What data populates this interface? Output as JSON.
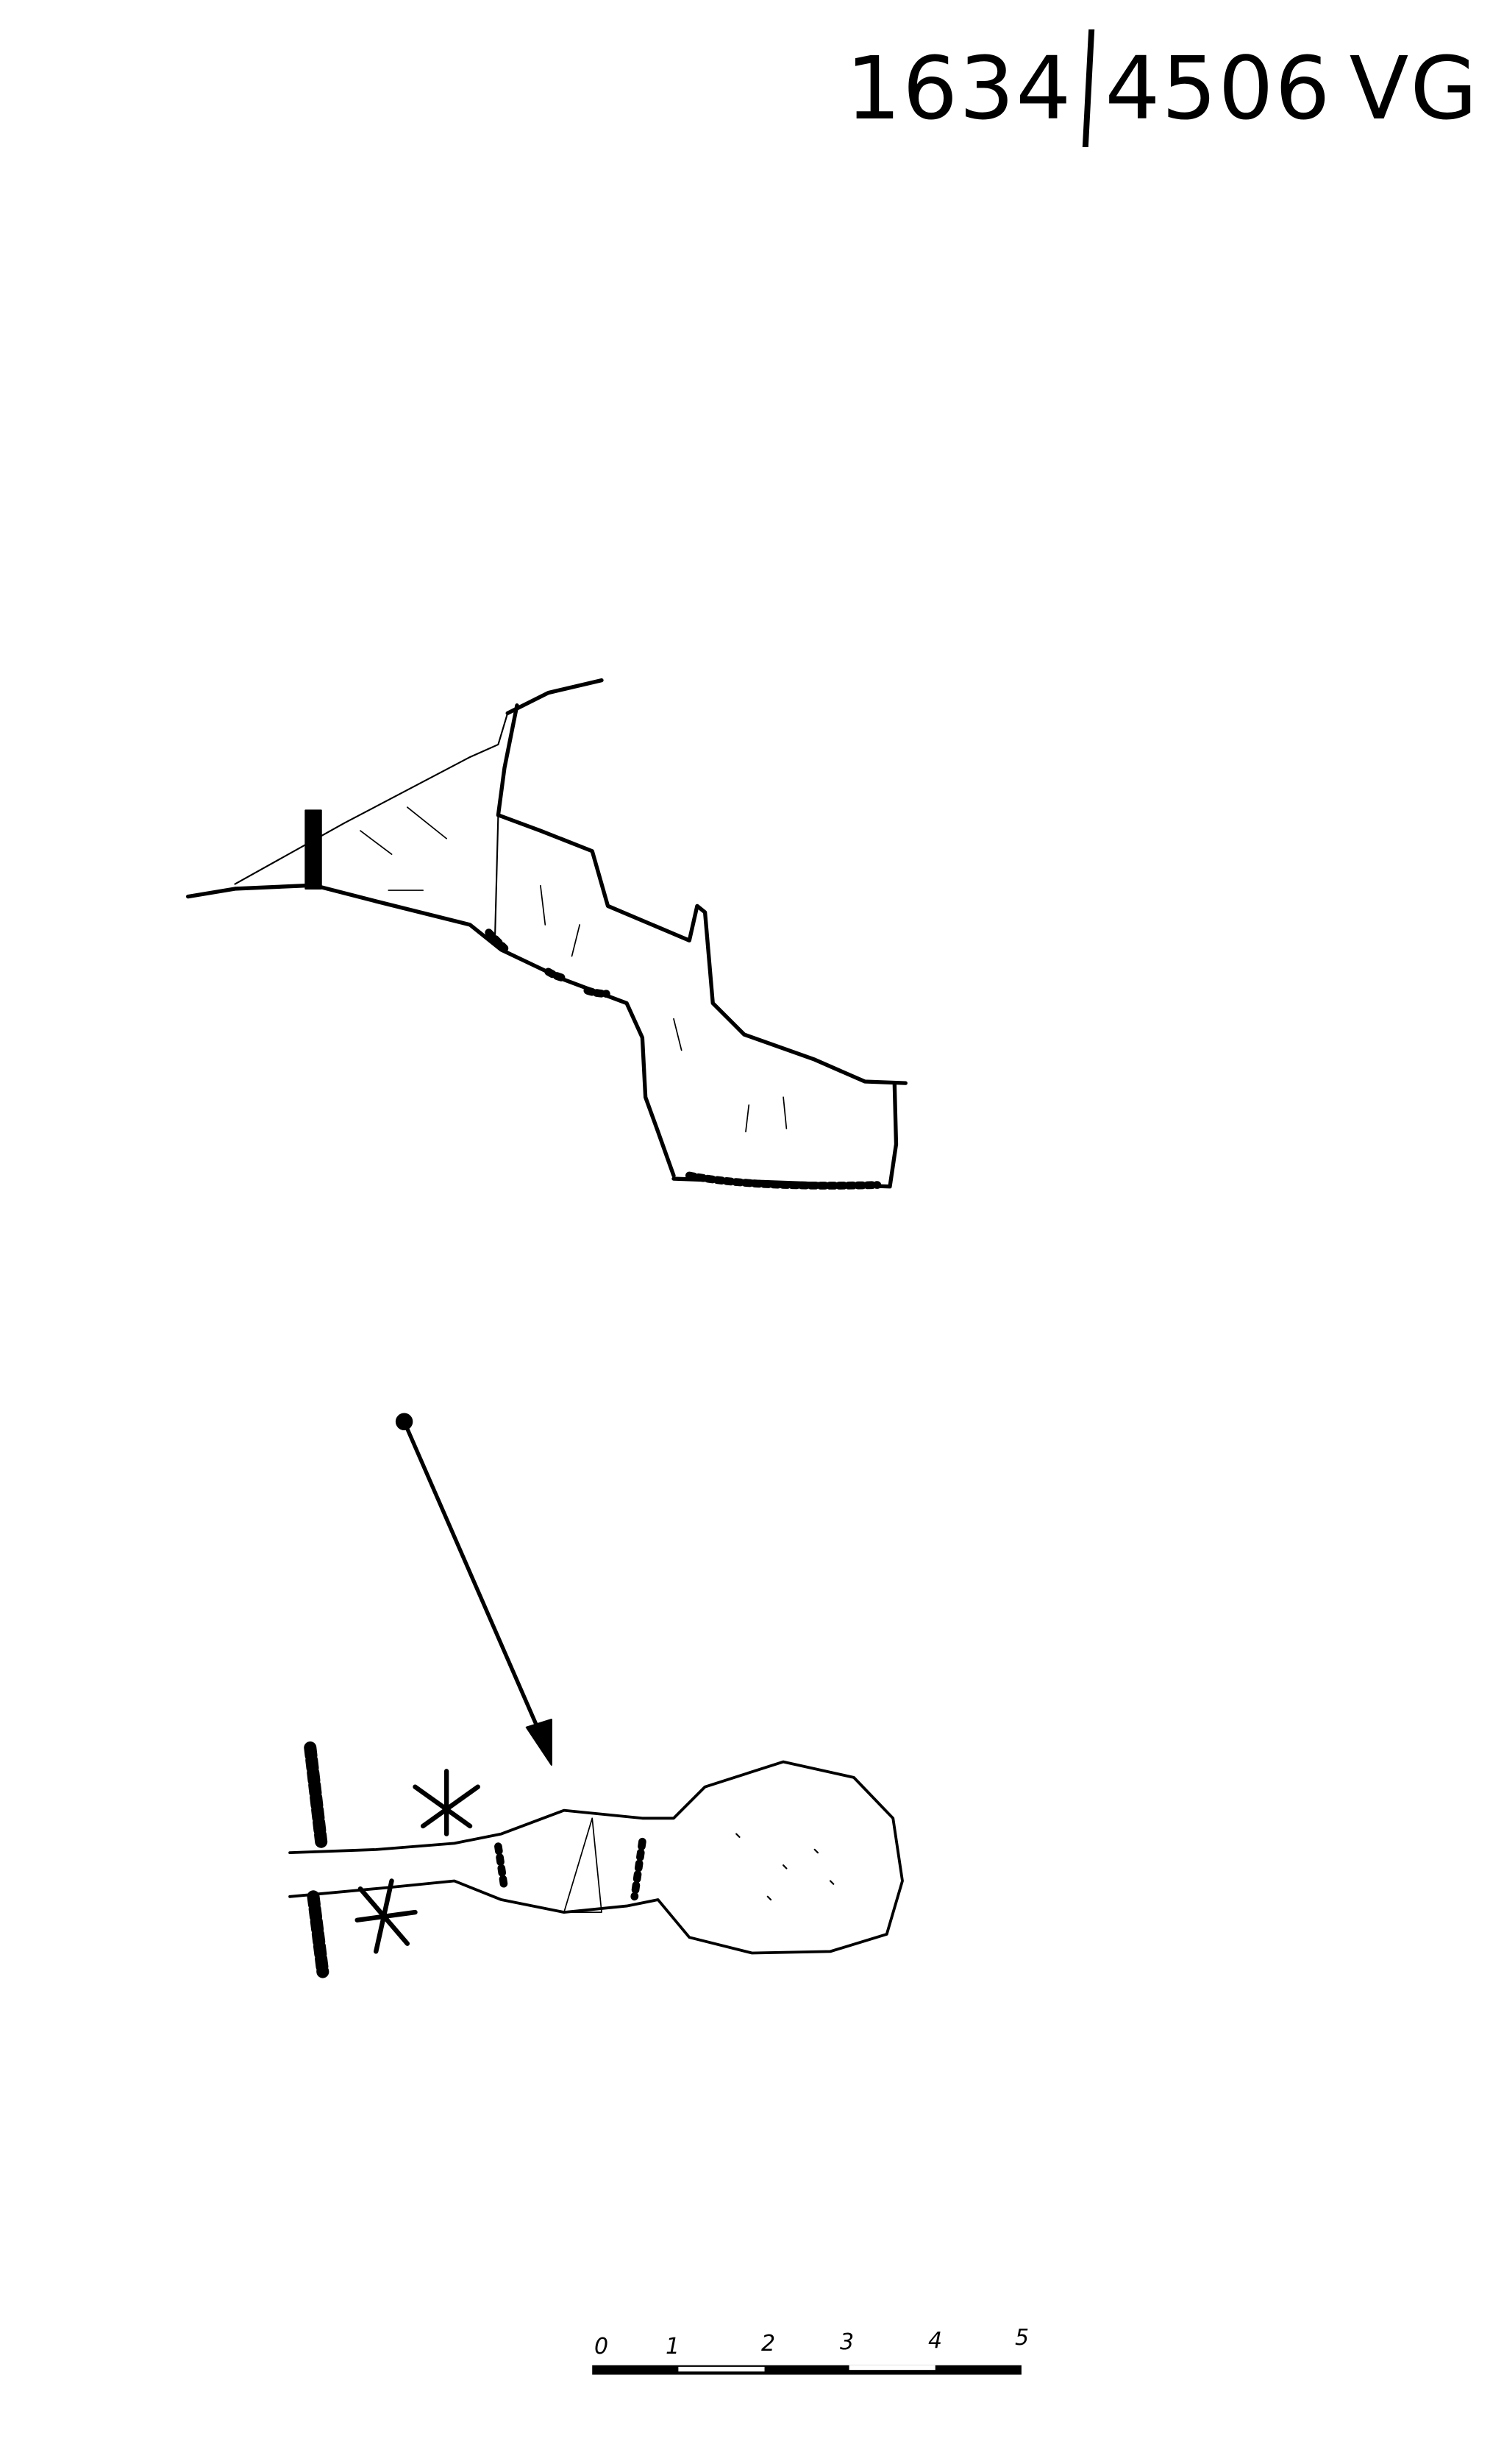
{
  "header": {
    "left_number": "1634",
    "right_number": "4506",
    "suffix": "VG"
  },
  "scale_bar": {
    "labels": [
      "0",
      "1",
      "2",
      "3",
      "4",
      "5"
    ]
  },
  "colors": {
    "ink": "#000000",
    "paper": "#ffffff"
  }
}
